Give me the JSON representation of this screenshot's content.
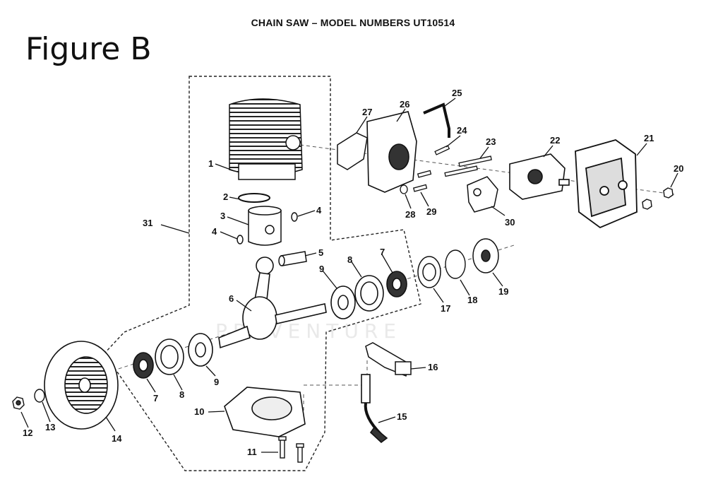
{
  "header": {
    "title": "CHAIN SAW – MODEL NUMBERS UT10514"
  },
  "figure": {
    "label": "Figure B"
  },
  "watermark": "PPEVENTURE",
  "callouts": [
    "1",
    "2",
    "3",
    "4",
    "4",
    "5",
    "6",
    "7",
    "7",
    "8",
    "8",
    "9",
    "9",
    "10",
    "11",
    "12",
    "13",
    "14",
    "15",
    "16",
    "17",
    "18",
    "19",
    "20",
    "21",
    "22",
    "23",
    "24",
    "25",
    "26",
    "27",
    "28",
    "29",
    "30",
    "31"
  ]
}
